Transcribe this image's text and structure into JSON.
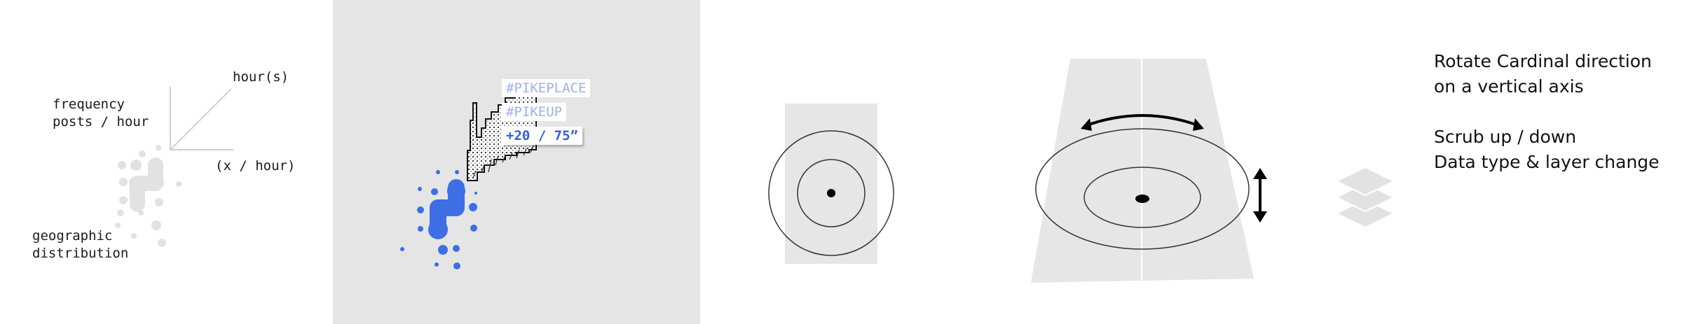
{
  "panel_axes": {
    "y_label": "frequency\nposts / hour",
    "x_top_label": "hour(s)",
    "x_label": "(x / hour)",
    "geo_label": "geographic\ndistribution"
  },
  "panel_tags": {
    "tag1": "#PIKEPLACE",
    "tag2": "#PIKEUP",
    "tag3": "+20 / 75”"
  },
  "panel_controls": {
    "line1": "Rotate Cardinal direction",
    "line2": "on a vertical axis",
    "line3": "Scrub up / down",
    "line4": "Data type & layer change"
  },
  "colors": {
    "accent_blue": "#3d6ee6",
    "light_gray_dots": "#e2e2e2",
    "panel_gray": "#e5e5e5"
  }
}
